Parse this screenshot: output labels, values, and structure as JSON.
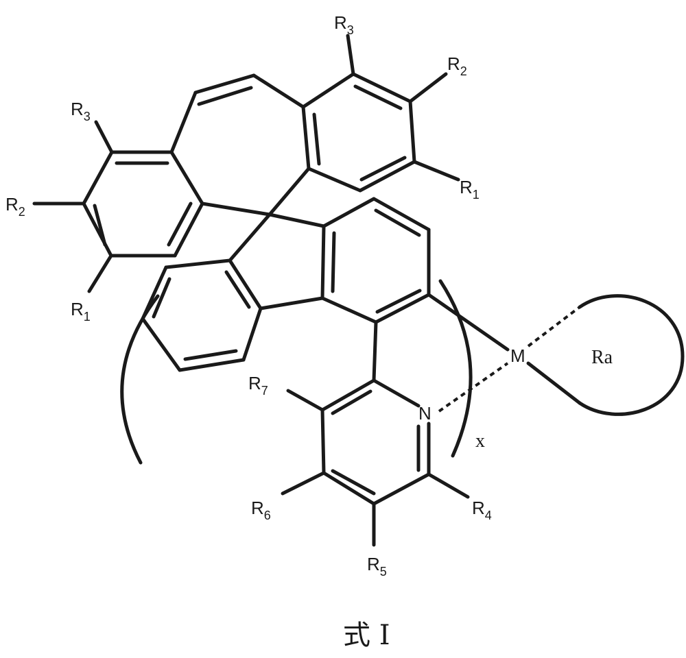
{
  "labels": {
    "r3_top": "R3",
    "r2_top": "R2",
    "r1_top": "R1",
    "r3_left": "R3",
    "r2_left": "R2",
    "r1_left": "R1",
    "r7": "R7",
    "r6": "R6",
    "r5": "R5",
    "r4": "R4",
    "n": "N",
    "m": "M",
    "ra": "Ra",
    "x": "x"
  },
  "caption": "式 I"
}
